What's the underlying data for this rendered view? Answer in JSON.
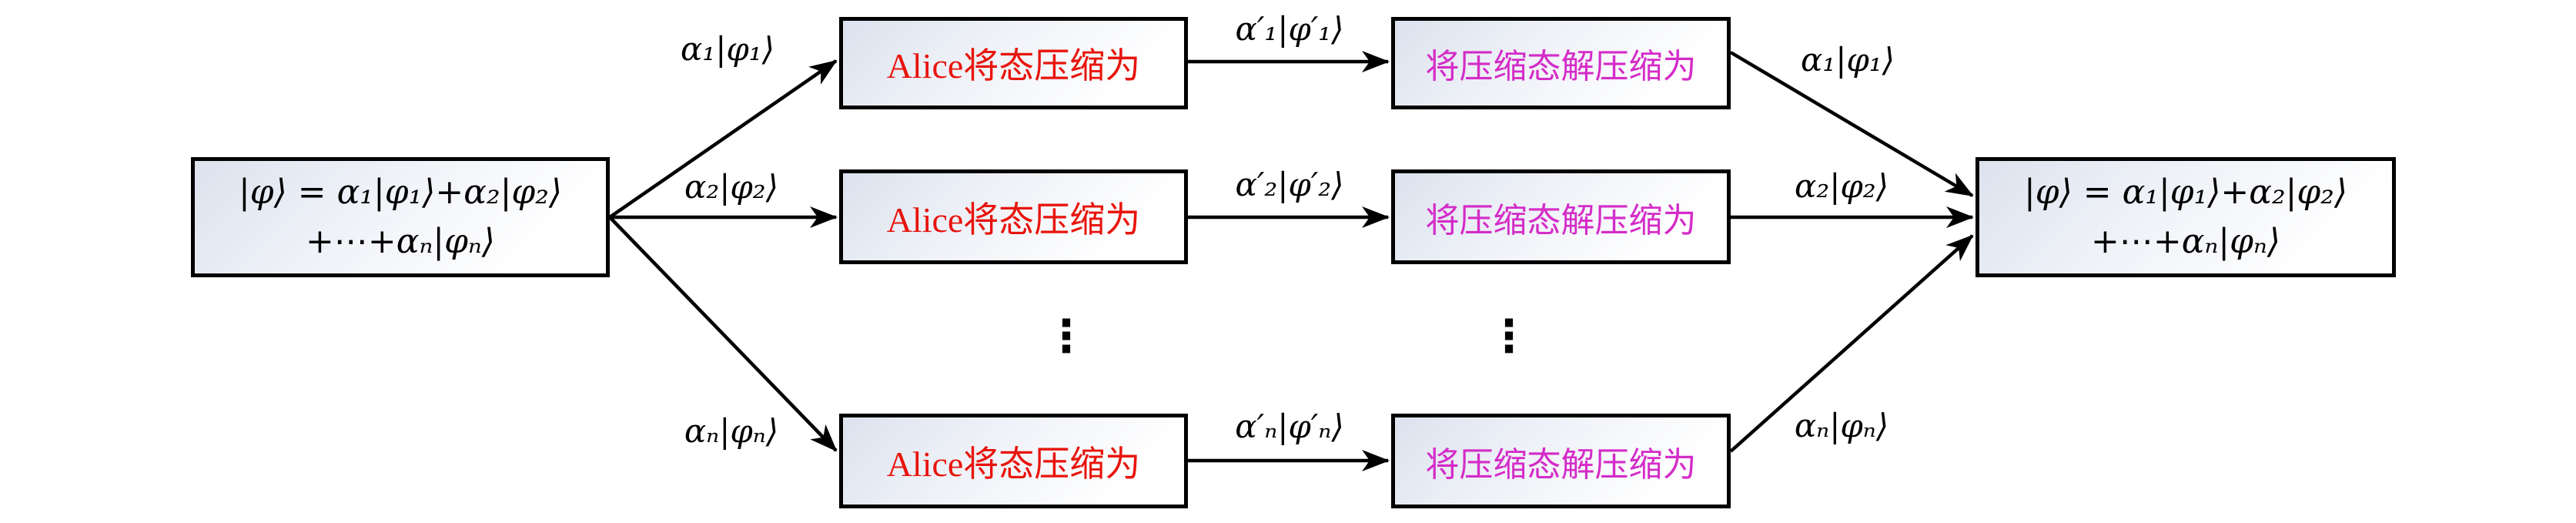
{
  "diagram": {
    "left_state": {
      "line1": "|φ⟩ = α₁|φ₁⟩+α₂|φ₂⟩",
      "line2": "+⋯+αₙ|φₙ⟩"
    },
    "right_state": {
      "line1": "|φ⟩ = α₁|φ₁⟩+α₂|φ₂⟩",
      "line2": "+⋯+αₙ|φₙ⟩"
    },
    "rows": [
      {
        "input_label": "α₁|φ₁⟩",
        "compress_text": "Alice将态压缩为",
        "compressed_label": "α′₁|φ′₁⟩",
        "decompress_text": "将压缩态解压缩为",
        "output_label": "α₁|φ₁⟩"
      },
      {
        "input_label": "α₂|φ₂⟩",
        "compress_text": "Alice将态压缩为",
        "compressed_label": "α′₂|φ′₂⟩",
        "decompress_text": "将压缩态解压缩为",
        "output_label": "α₂|φ₂⟩"
      },
      {
        "input_label": "αₙ|φₙ⟩",
        "compress_text": "Alice将态压缩为",
        "compressed_label": "α′ₙ|φ′ₙ⟩",
        "decompress_text": "将压缩态解压缩为",
        "output_label": "αₙ|φₙ⟩"
      }
    ],
    "ellipsis": "⋮",
    "colors": {
      "compress_text": "#e8140c",
      "decompress_text": "#d42cc8",
      "line": "#000000",
      "box_border": "#000000",
      "box_fill_top": "#dce2ee"
    }
  }
}
